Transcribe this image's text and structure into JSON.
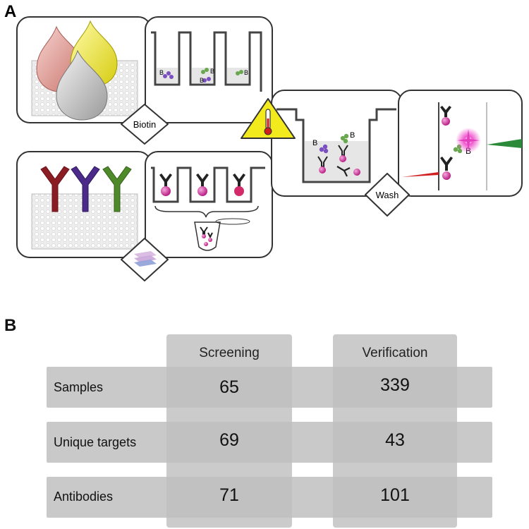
{
  "panel_a": {
    "label": "A",
    "biotin_label": "Biotin",
    "wash_label": "Wash",
    "biotin_mark": "B",
    "droplet_colors": [
      "#e8a49c",
      "#f2ee3a",
      "#c8c8c8"
    ],
    "antibody_colors": [
      "#8a1d23",
      "#4b2a8a",
      "#4f8a2a"
    ],
    "bead_color": "#c93a9a",
    "laser_colors": [
      "#d01f1f",
      "#2a8a3a"
    ],
    "icons": [
      "thermometer-warning-icon",
      "chip-stack-icon"
    ]
  },
  "panel_b": {
    "label": "B",
    "columns": [
      "Screening",
      "Verification"
    ],
    "rows": [
      {
        "name": "Samples",
        "values": [
          "65",
          "339"
        ]
      },
      {
        "name": "Unique targets",
        "values": [
          "69",
          "43"
        ]
      },
      {
        "name": "Antibodies",
        "values": [
          "71",
          "101"
        ]
      }
    ]
  }
}
